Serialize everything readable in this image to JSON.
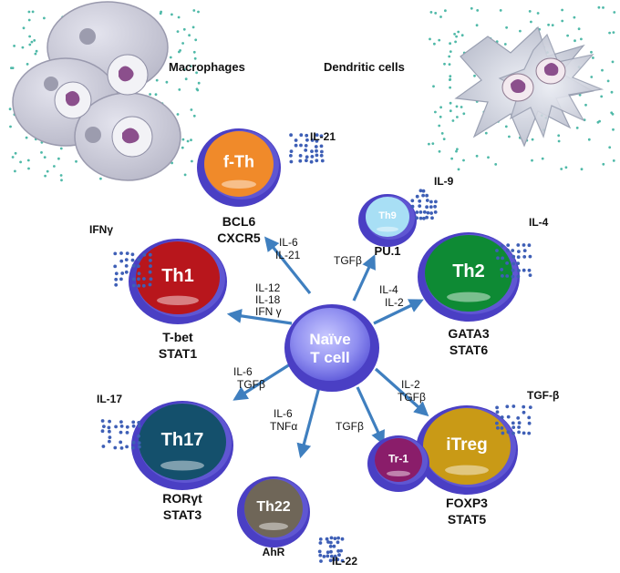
{
  "top_labels": {
    "macrophages": "Macrophages",
    "dendritic": "Dendritic cells"
  },
  "center": {
    "line1": "Naïve",
    "line2": "T cell"
  },
  "cells": {
    "fth": {
      "name": "f-Th",
      "tf1": "BCL6",
      "tf2": "CXCR5",
      "cytokine": "IL-21",
      "color": "#f08a2a"
    },
    "th9": {
      "name": "Th9",
      "tf1": "PU.1",
      "cytokine": "IL-9",
      "color": "#a8dff5"
    },
    "th1": {
      "name": "Th1",
      "tf1": "T-bet",
      "tf2": "STAT1",
      "cytokine": "IFNγ",
      "color": "#b8161c"
    },
    "th2": {
      "name": "Th2",
      "tf1": "GATA3",
      "tf2": "STAT6",
      "cytokine": "IL-4",
      "color": "#0e8a34"
    },
    "th17": {
      "name": "Th17",
      "tf1": "RORγt",
      "tf2": "STAT3",
      "cytokine": "IL-17",
      "color": "#14506c"
    },
    "th22": {
      "name": "Th22",
      "tf1": "AhR",
      "cytokine": "IL-22",
      "color": "#6f6658"
    },
    "itreg": {
      "name": "iTreg",
      "tf1": "FOXP3",
      "tf2": "STAT5",
      "cytokine": "TGF-β",
      "color": "#c99a16"
    },
    "tr1": {
      "name": "Tr-1",
      "color": "#8a1d6a"
    }
  },
  "arrows": {
    "fth": {
      "line1": "IL-6",
      "line2": "IL-21"
    },
    "th9": {
      "line1": "TGFβ"
    },
    "th1": {
      "line1": "IL-12",
      "line2": "IL-18",
      "line3": "IFN γ"
    },
    "th2": {
      "line1": "IL-4",
      "line2": "IL-2"
    },
    "th17": {
      "line1": "IL-6",
      "line2": "TGFβ"
    },
    "th22": {
      "line1": "IL-6",
      "line2": "TNFα"
    },
    "tr1": {
      "line1": "TGFβ"
    },
    "itreg": {
      "line1": "IL-2",
      "line2": "TGFβ"
    }
  },
  "colors": {
    "membrane": "#4a3fc4",
    "arrow": "#3f7fbf",
    "dots": "#3e5fb6",
    "teal": "#4fb9a8"
  }
}
